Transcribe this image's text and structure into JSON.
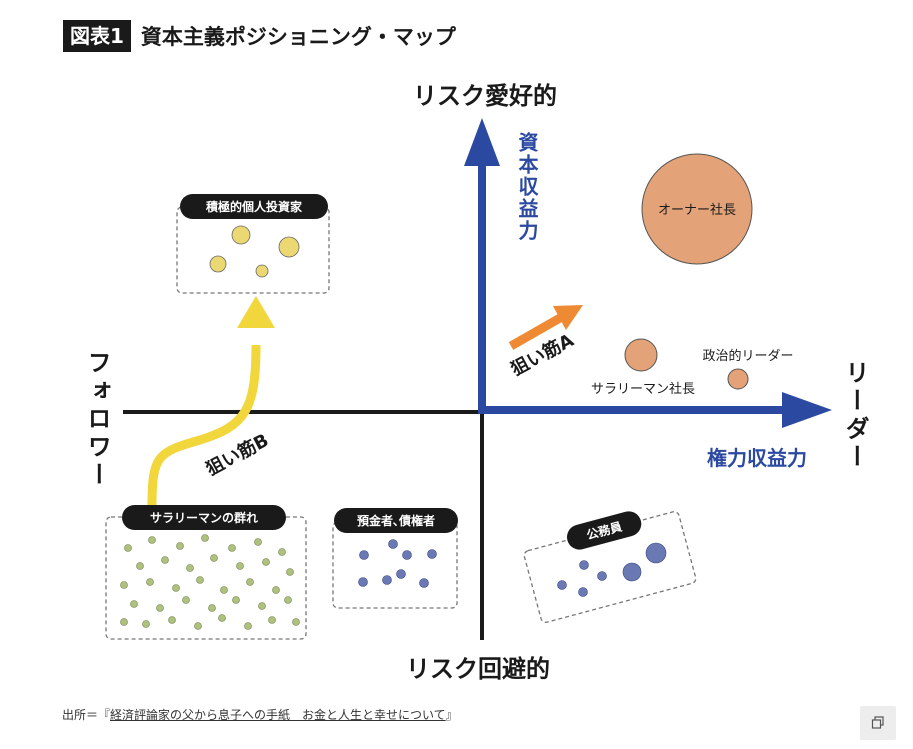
{
  "header": {
    "badge": "図表1",
    "title": "資本主義ポジショニング・マップ"
  },
  "axes": {
    "top": "リスク愛好的",
    "bottom": "リスク回避的",
    "left": "フォロワー",
    "right": "リーダー",
    "vertical_arrow_label": "資本収益力",
    "horizontal_arrow_label": "権力収益力"
  },
  "paths": {
    "a": "狙い筋A",
    "b": "狙い筋B"
  },
  "groups": {
    "investor": "積極的個人投資家",
    "salaryman_group": "サラリーマンの群れ",
    "depositor": "預金者､債権者",
    "civil_servant": "公務員"
  },
  "points": {
    "owner": "オーナー社長",
    "politician": "政治的リーダー",
    "salaryman_ceo": "サラリーマン社長"
  },
  "colors": {
    "blue_arrow": "#2b49a0",
    "yellow_arrow": "#f1d63c",
    "orange_arrow": "#ee8a33",
    "orange_bubble": "#e3a277",
    "yellow_dot": "#ecd873",
    "green_dot": "#aec27d",
    "blue_dot": "#6a78b3"
  },
  "source": {
    "prefix": "出所＝『",
    "text": "経済評論家の父から息子への手紙　お金と人生と幸せについて",
    "suffix": "』"
  },
  "copy_icon": "copy-icon"
}
